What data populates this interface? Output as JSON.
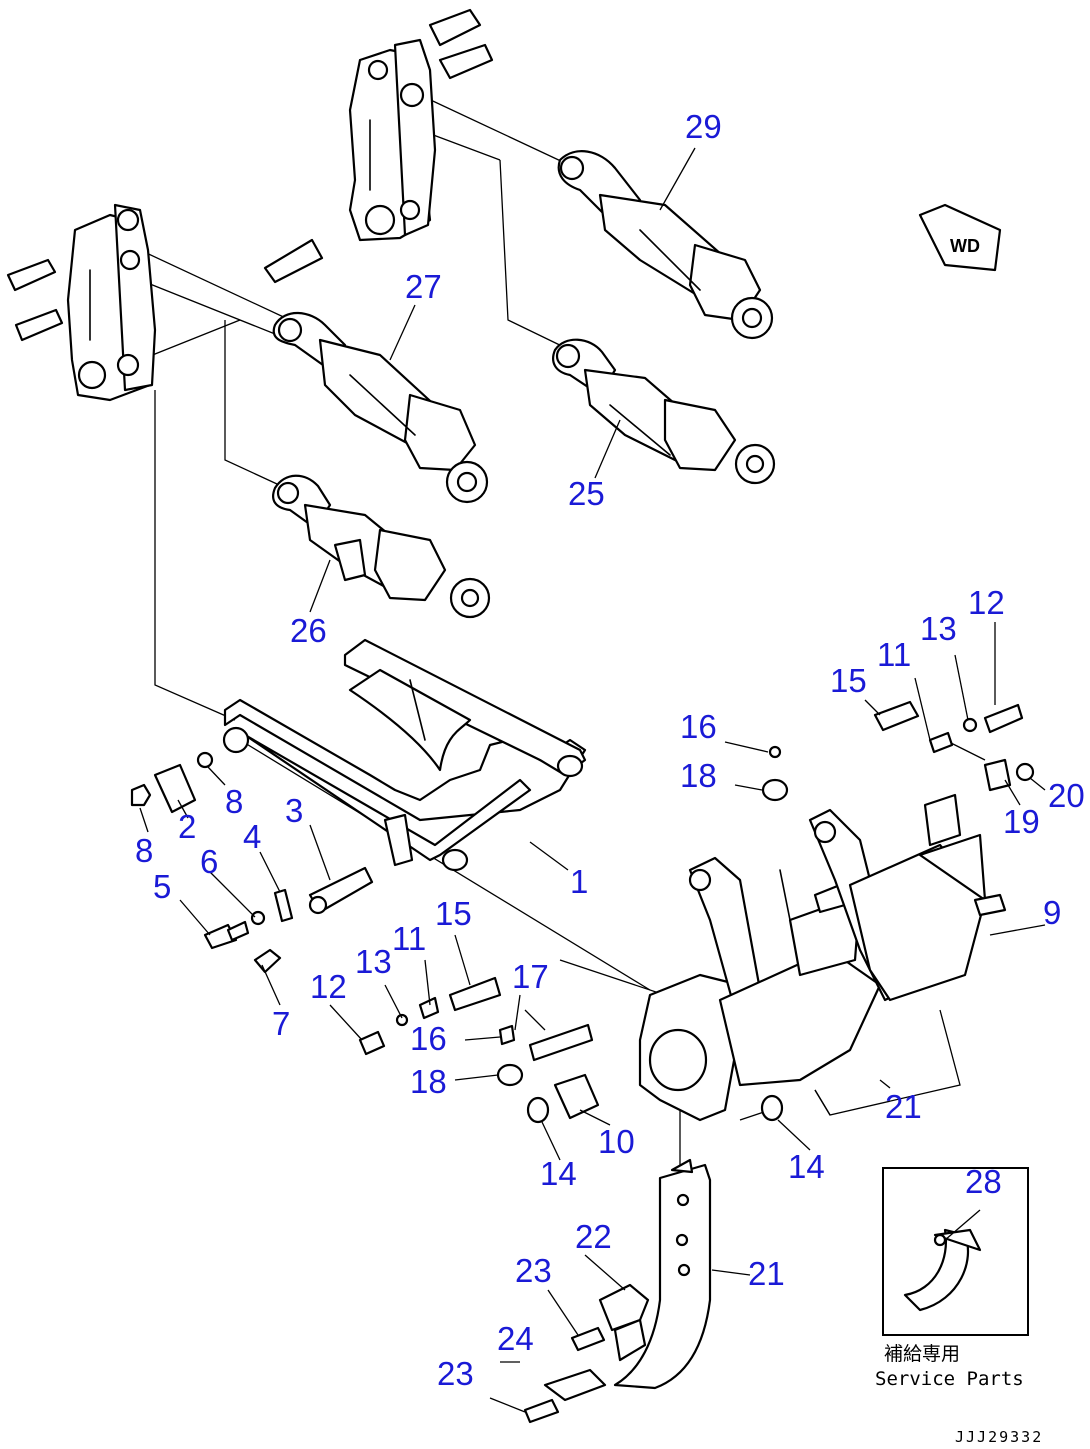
{
  "callouts": [
    "1",
    "2",
    "3",
    "4",
    "5",
    "6",
    "7",
    "8",
    "8",
    "9",
    "10",
    "11",
    "11",
    "12",
    "12",
    "13",
    "13",
    "14",
    "14",
    "15",
    "15",
    "16",
    "16",
    "17",
    "18",
    "18",
    "19",
    "20",
    "21",
    "21",
    "22",
    "23",
    "23",
    "24",
    "25",
    "26",
    "27",
    "28",
    "29"
  ],
  "plate_tag": "WD",
  "inset_caption_jp": "補給専用",
  "inset_caption_en": "Service Parts",
  "drawing_code": "JJJ29332"
}
